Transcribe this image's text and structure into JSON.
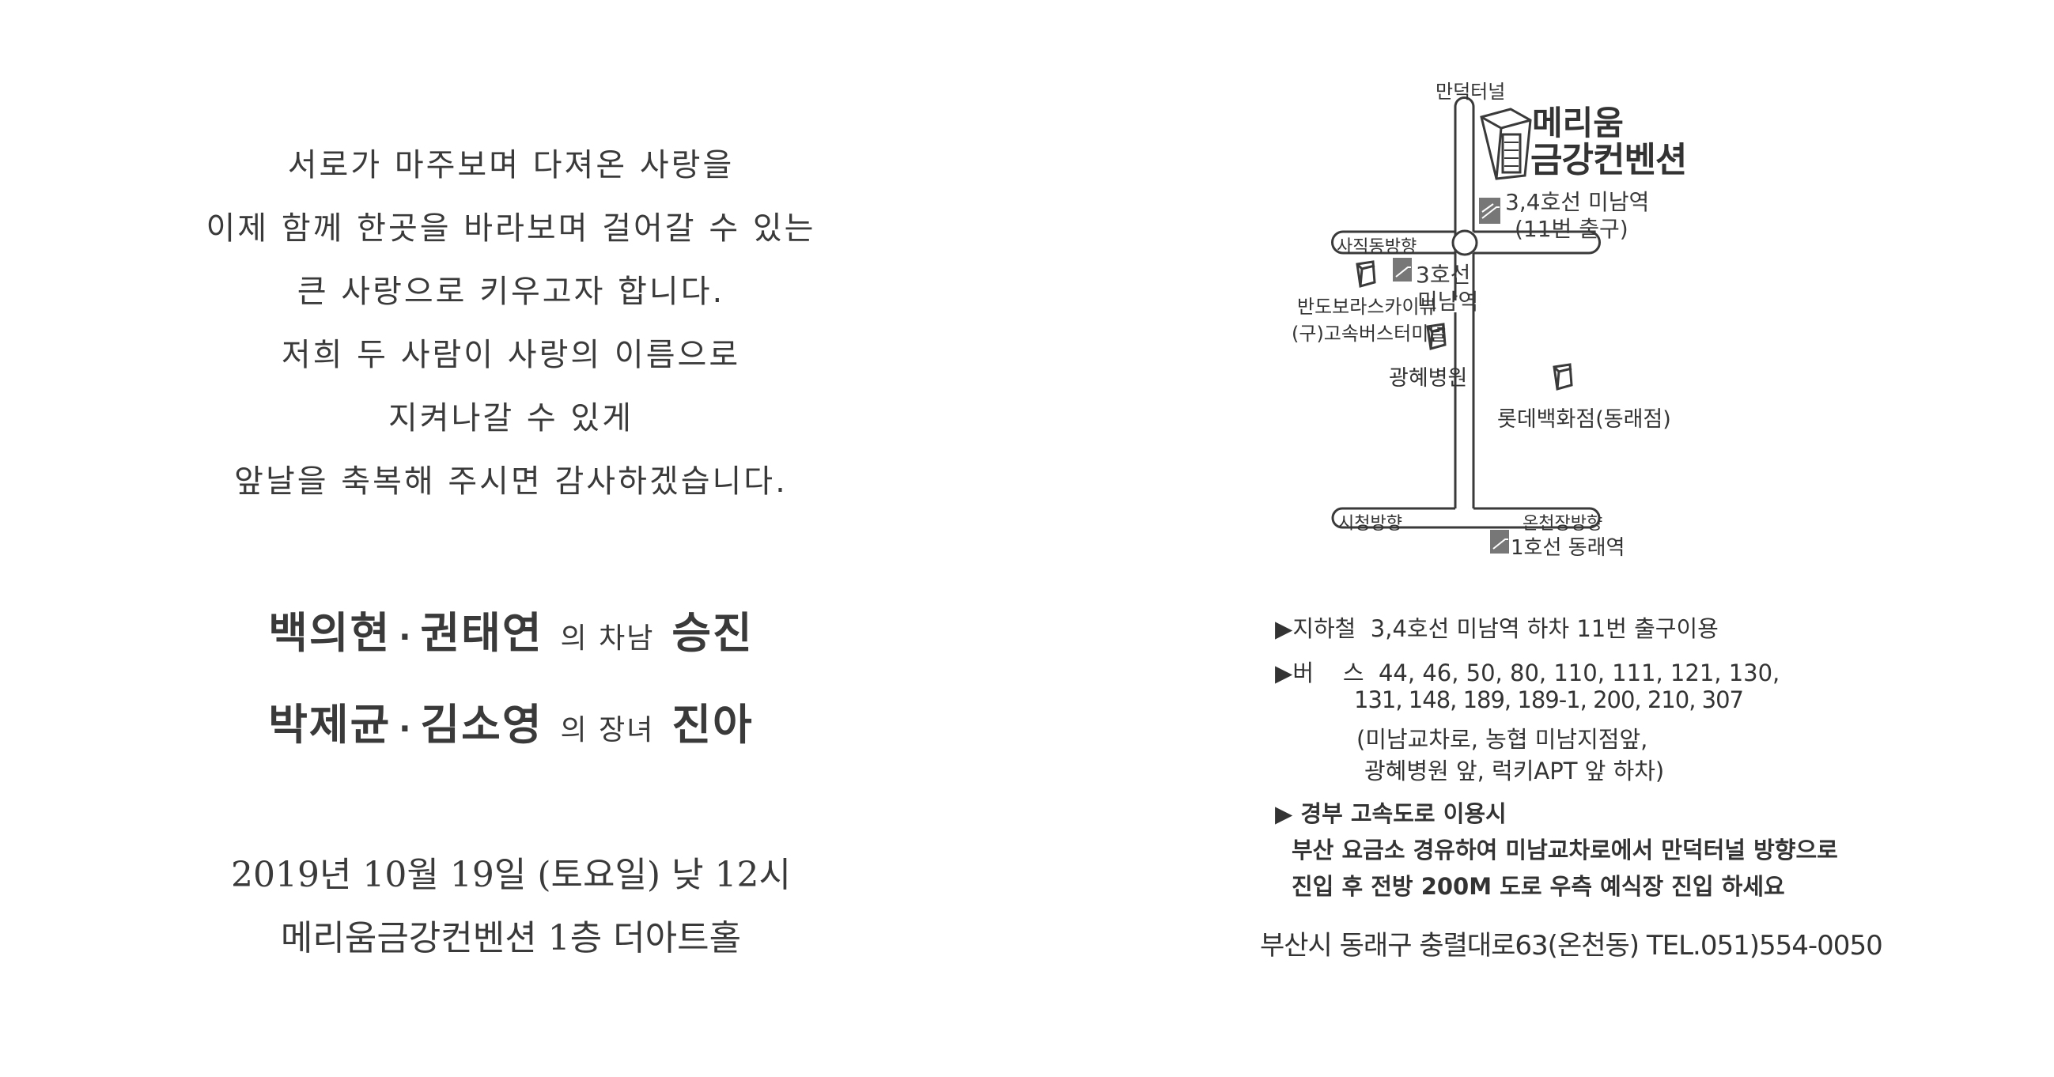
{
  "message": [
    "서로가 마주보며 다져온 사랑을",
    "이제 함께 한곳을 바라보며 걸어갈 수 있는",
    "큰 사랑으로 키우고자 합니다.",
    "저희 두 사람이 사랑의 이름으로",
    "지켜나갈 수 있게",
    "앞날을 축복해 주시면 감사하겠습니다."
  ],
  "groom": {
    "father": "백의현",
    "mother": "권태연",
    "relation": "의 차남",
    "name": "승진"
  },
  "bride": {
    "father": "박제균",
    "mother": "김소영",
    "relation": "의 장녀",
    "name": "진아"
  },
  "separator": "·",
  "event": {
    "date": "2019년 10월 19일 (토요일) 낮 12시",
    "venue": "메리움금강컨벤션 1층 더아트홀"
  },
  "map": {
    "venue_line1": "메리움",
    "venue_line2": "금강컨벤션",
    "north": "만덕터널",
    "station_34": "3,4호선 미남역",
    "station_34_exit": "(11번 출구)",
    "west_upper": "사직동방향",
    "station_3_a": "3호선",
    "station_3_b": "미남역",
    "landmark1_a": "반도보라스카이뷰",
    "landmark1_b": "(구)고속버스터미널",
    "landmark2": "광혜병원",
    "landmark3": "롯데백화점(동래점)",
    "west_lower": "시청방향",
    "east_lower": "온천장방향",
    "station_1": "1호선 동래역"
  },
  "directions": {
    "subway_label": "지하철",
    "subway_text": "3,4호선 미남역 하차 11번 출구이용",
    "bus_label": "버    스",
    "bus_line1": "44, 46, 50, 80, 110, 111, 121, 130,",
    "bus_line2": "131, 148, 189, 189-1, 200, 210, 307",
    "bus_line3": "(미남교차로, 농협 미남지점앞,",
    "bus_line4": "광혜병원 앞, 럭키APT 앞 하차)",
    "highway_label": "경부 고속도로 이용시",
    "highway_line1": "부산 요금소 경유하여 미남교차로에서 만덕터널 방향으로",
    "highway_line2": "진입 후 전방 200M 도로 우측 예식장 진입 하세요",
    "address": "부산시 동래구 충렬대로63(온천동) TEL.051)554-0050"
  }
}
